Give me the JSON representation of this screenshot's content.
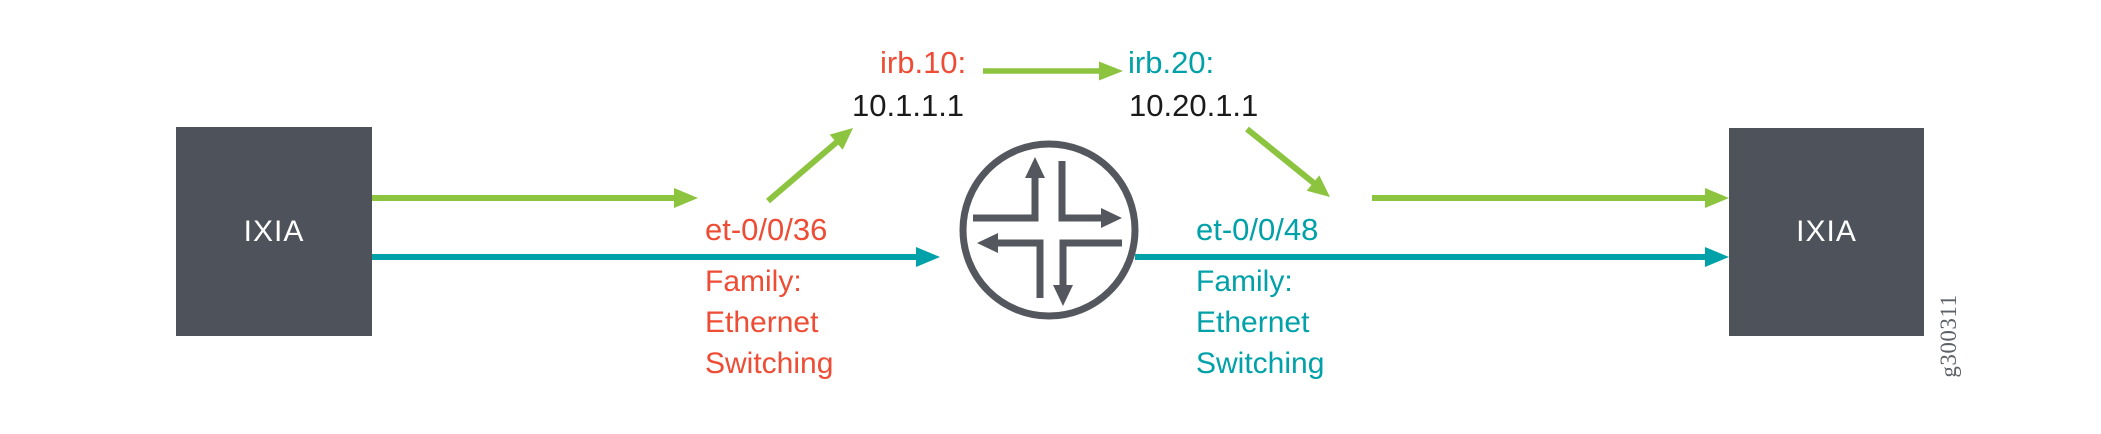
{
  "colors": {
    "green": "#8CC43F",
    "teal": "#00A1A8",
    "red": "#EE4C34",
    "black": "#1A1A1A",
    "box_gray": "#4D525B",
    "router_gray": "#54575D",
    "white": "#FFFFFF",
    "figure_gray": "#5C6067"
  },
  "devices": {
    "left": {
      "label": "IXIA"
    },
    "right": {
      "label": "IXIA"
    }
  },
  "icons": {
    "router": "juniper-router-crossed-arrows"
  },
  "irb10": {
    "label": "irb.10:",
    "ip": "10.1.1.1"
  },
  "irb20": {
    "label": "irb.20:",
    "ip": "10.20.1.1"
  },
  "left_interface": {
    "name": "et-0/0/36",
    "family_lines": [
      "Family:",
      "Ethernet",
      "Switching"
    ]
  },
  "right_interface": {
    "name": "et-0/0/48",
    "family_lines": [
      "Family:",
      "Ethernet",
      "Switching"
    ]
  },
  "figure_id": "g300311"
}
